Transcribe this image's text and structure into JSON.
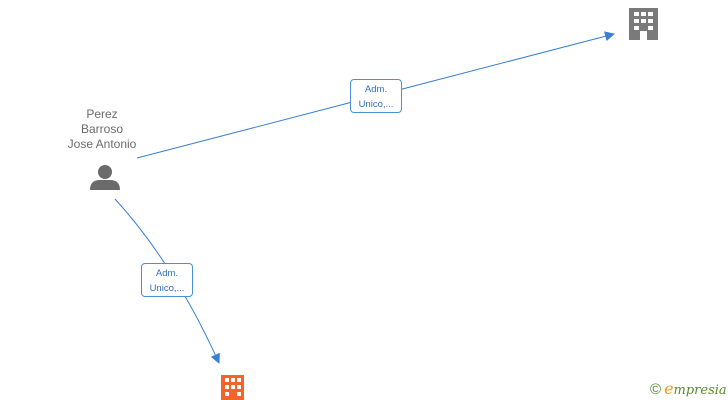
{
  "nodes": {
    "person": {
      "name_lines": [
        "Perez",
        "Barroso",
        "Jose Antonio"
      ],
      "icon": "person-icon",
      "color": "#6b6b6b"
    },
    "company_1": {
      "icon": "building-icon",
      "color": "#7a7a7a"
    },
    "company_2": {
      "icon": "building-icon",
      "color": "#f4632a"
    }
  },
  "edges": [
    {
      "from": "person",
      "to": "company_1",
      "label_lines": [
        "Adm.",
        "Unico,..."
      ]
    },
    {
      "from": "person",
      "to": "company_2",
      "label_lines": [
        "Adm.",
        "Unico,..."
      ]
    }
  ],
  "edge_color": "#3a7fd0",
  "watermark": {
    "copyright": "©",
    "brand_initial": "e",
    "brand_rest": "mpresia"
  }
}
